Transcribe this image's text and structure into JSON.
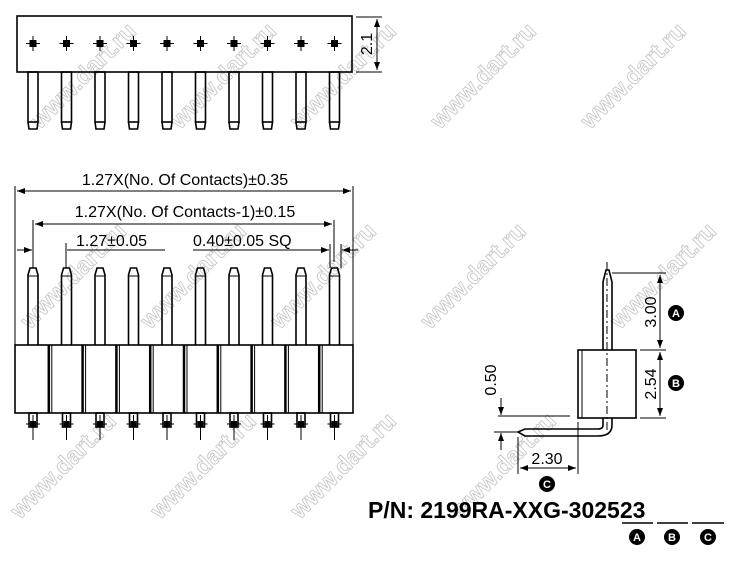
{
  "watermark": "www.dart.ru",
  "top_view": {
    "height_dim": "2.1",
    "pin_count": 10
  },
  "front_view": {
    "overall_length": "1.27X(No. Of Contacts)±0.35",
    "pitch_span": "1.27X(No. Of Contacts-1)±0.15",
    "pitch": "1.27±0.05",
    "pin_size": "0.40±0.05 SQ"
  },
  "side_view": {
    "dim_a": "3.00",
    "dim_b": "2.54",
    "dim_offset": "0.50",
    "dim_c": "2.30",
    "label_a": "A",
    "label_b": "B",
    "label_c": "C"
  },
  "part_number": {
    "prefix": "P/N: 2199RA-XXG-",
    "code_a": "30",
    "code_b": "25",
    "code_c": "23",
    "label_a": "A",
    "label_b": "B",
    "label_c": "C"
  }
}
